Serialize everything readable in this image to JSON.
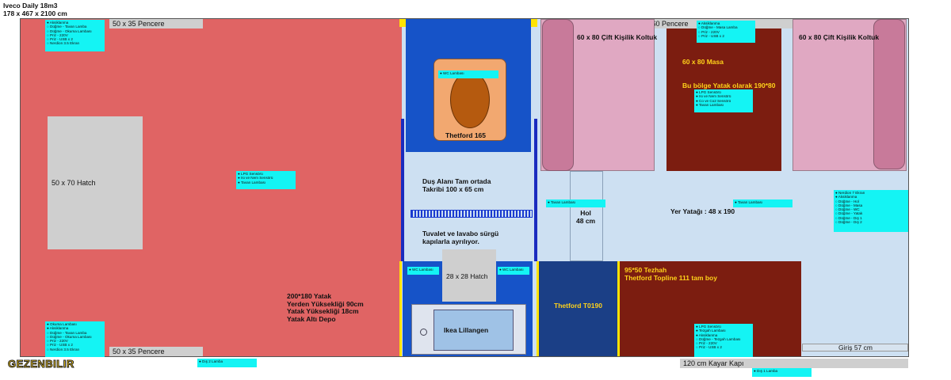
{
  "header": {
    "title": "Iveco Daily 18m3",
    "dims": "178 x 467 x 2100 cm"
  },
  "logo": {
    "text": "GEZENBILIR"
  },
  "windows": {
    "rear_top": "50 x 35 Pencere",
    "rear_bottom": "50 x 35 Pencere",
    "front_top": "100 x 60 Pencere",
    "door": "120 cm Kayar Kapı"
  },
  "bedroom": {
    "hatch": "50 x 70 Hatch",
    "bed_lines": [
      "200*180 Yatak",
      "Yerden Yüksekliği 90cm",
      "Yatak Yüksekliği 18cm",
      "Yatak Altı Depo"
    ],
    "tag_top": [
      "● Aksiklanma",
      "○ Düğme - Tavan Lamba",
      "○ Düğme - Okuma Lambası",
      "○ Priz - 220V",
      "○ Priz - USB x 2",
      "○ Nerdion 3.5 Ekran"
    ],
    "tag_mid": [
      "● LPG Sensörü",
      "● Isı ve Nem Sensörü",
      "● Tavan Lambası"
    ],
    "tag_bottom": [
      "● Okuma Lambası",
      "● Aksiklanma",
      "○ Düğme - Tavan Lamba",
      "○ Düğme - Okuma Lambası",
      "○ Priz - 220V",
      "○ Priz - USB x 2",
      "○ Nerdion 3.5 Ekran"
    ]
  },
  "outside_tags": {
    "dis2": "● Dış 2 Lamba",
    "dis1": "● Dış 1 Lamba"
  },
  "wc": {
    "label": "Thetford 165",
    "tag": "● WC Lambası"
  },
  "shower": {
    "lines": [
      "Duş Alanı Tam ortada",
      "Takribi 100 x 65 cm"
    ],
    "door_lines": [
      "Tuvalet ve lavabo sürgü",
      "kapılarla ayrılıyor."
    ]
  },
  "washroom": {
    "hatch": "28 x 28 Hatch",
    "tag_left": "● WC Lambası",
    "tag_right": "● WC Lambası",
    "sink": "Ikea Lillangen"
  },
  "fridge": {
    "label": "Thetford T0190"
  },
  "cabinet": {
    "lines": [
      "95*50 Tezhah",
      "Thetford Topline 111 tam boy"
    ],
    "tag": [
      "● LPG Sensörü",
      "● Tezgah Lambası",
      "● Aksiklanma",
      "○ Düğme - Tezgah Lambası",
      "○ Priz - 220V",
      "○ Priz - USB x 2"
    ]
  },
  "lounge": {
    "sofa_left": "60 x 80 Çift Kişilik Koltuk",
    "sofa_right": "60 x 80 Çift Kişilik Koltuk",
    "table": "60 x 80 Masa",
    "bed_note": "Bu bölge Yatak olarak 190*80",
    "table_tag_top": [
      "● Aksiklanma",
      "○ Düğme - Masa Lamba",
      "○ Priz - 220V",
      "○ Priz - USB x 2"
    ],
    "table_tag_mid": [
      "● LPG Sensörü",
      "● Isı ve Nem Sensörü",
      "● Co ve Co2 Sensörü",
      "● Tavan Lambası"
    ],
    "hall": [
      "Hol",
      "48 cm"
    ],
    "floor_bed": "Yer Yatağı : 48 x 190",
    "tag_ceiling_left": "● Tavan Lambası",
    "tag_ceiling_right": "● Tavan Lambası",
    "tag_right": [
      "● Nerdion 7 Ekran",
      "● Aksiklanma",
      "○ Düğme - Hol",
      "○ Düğme - Masa",
      "○ Düğme - WC",
      "○ Düğme - Yatak",
      "○ Düğme - Dış 1",
      "○ Düğme - Dış 2"
    ],
    "entrance": "Giriş 57 cm"
  },
  "colors": {
    "bedroom": "#e06464",
    "bath": "#1653c8",
    "light": "#cde0f2",
    "sofa": "#e0a8c2",
    "table": "#7c1d10",
    "tag": "#14f4f4",
    "fridge": "#1b3f86"
  }
}
